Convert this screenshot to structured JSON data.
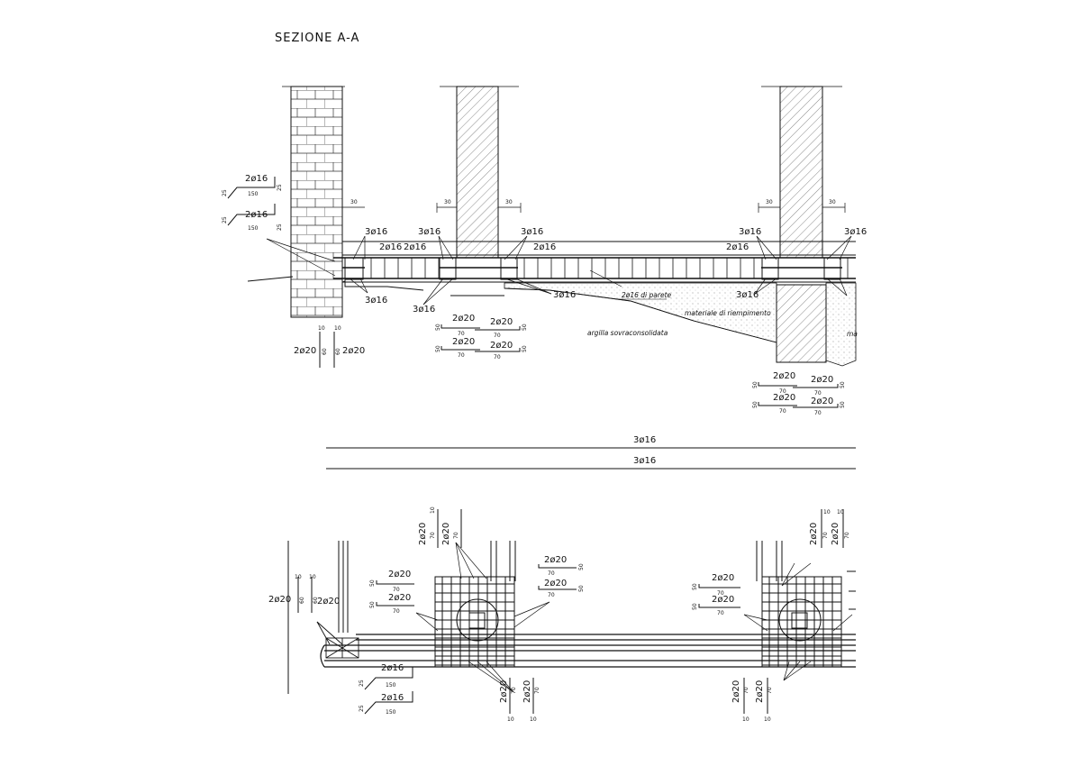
{
  "title": "SEZIONE A-A",
  "colors": {
    "line": "#111111",
    "hatch": "#555555",
    "fill": "#d9d9d9",
    "background": "#ffffff"
  },
  "bars": {
    "d16_2": "2ø16",
    "d16_3": "3ø16",
    "d20_2": "2ø20",
    "d16_2_wall": "2ø16 di parete"
  },
  "dims": {
    "d10": "10",
    "d25": "25",
    "d30": "30",
    "d50": "50",
    "d60": "60",
    "d70": "70",
    "d150": "150"
  },
  "notes": {
    "fill": "materiale di riempimento",
    "clay": "argilla sovraconsolidata",
    "fill_cut": "ma"
  }
}
